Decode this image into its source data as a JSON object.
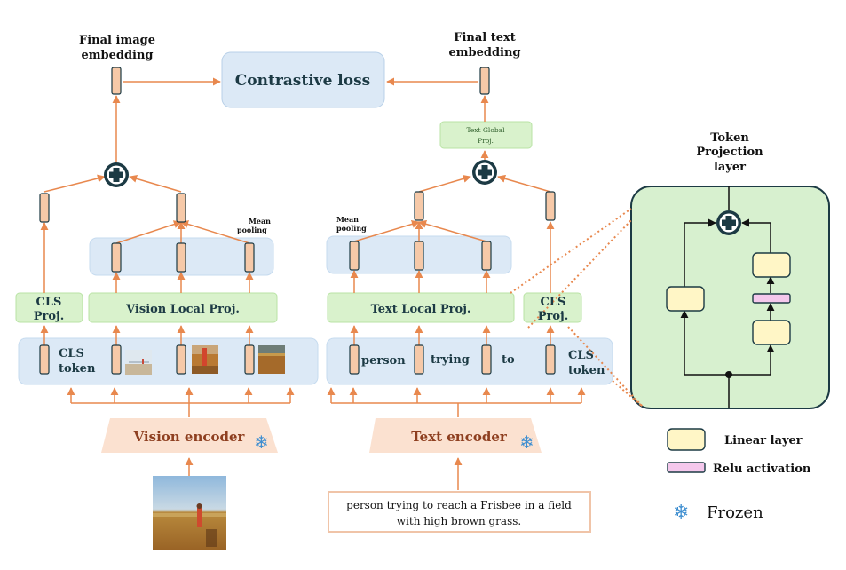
{
  "title_final_image": [
    "Final image",
    "embedding"
  ],
  "title_final_text": [
    "Final text",
    "embedding"
  ],
  "contrastive_loss": "Contrastive loss",
  "text_global_proj": [
    "Text Global",
    "Proj."
  ],
  "token_projection_title": [
    "Token",
    "Projection",
    "layer"
  ],
  "mean_pooling_vision": [
    "Mean",
    "pooling"
  ],
  "mean_pooling_text": [
    "Mean",
    "pooling"
  ],
  "vision_cls_proj": [
    "CLS",
    "Proj."
  ],
  "text_cls_proj": [
    "CLS",
    "Proj."
  ],
  "vision_local_proj": "Vision Local Proj.",
  "text_local_proj": "Text Local Proj.",
  "vision_cls_token": [
    "CLS",
    "token"
  ],
  "text_cls_token": [
    "CLS",
    "token"
  ],
  "text_tokens": [
    "person",
    "trying",
    "to"
  ],
  "vision_encoder": "Vision encoder",
  "text_encoder": "Text encoder",
  "caption": [
    "person trying to reach a Frisbee in a field",
    "with high brown grass."
  ],
  "legend": {
    "linear": "Linear layer",
    "relu": "Relu activation",
    "frozen": "Frozen"
  },
  "icons": {
    "plus": "plus-circle-icon",
    "frozen": "snowflake-icon"
  },
  "colors": {
    "arrow": "#e8884e",
    "token_fill": "#f6c9a8",
    "blue_panel": "#dce9f6",
    "green_box": "#d9f2cc",
    "green_panel": "#d7f0cf",
    "dark_teal": "#1c3a44",
    "encoder_fill": "#fbe1d0",
    "encoder_text": "#8e3f20",
    "linear_fill": "#fff6c6",
    "relu_fill": "#f4c8ec"
  }
}
